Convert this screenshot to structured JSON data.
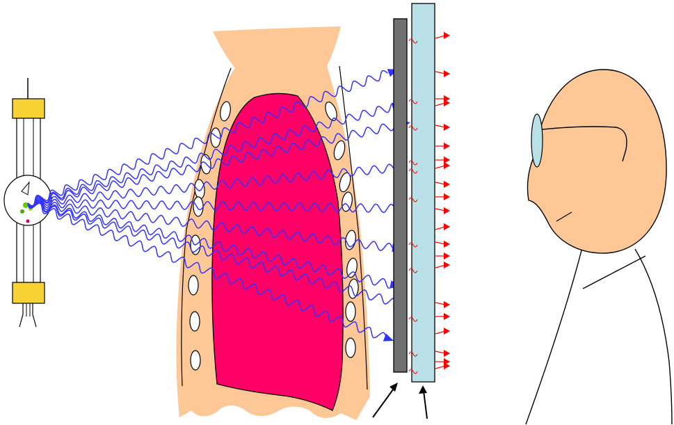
{
  "scene": {
    "components": [
      {
        "id": "xray-tube",
        "icon": "xray-tube-icon"
      },
      {
        "id": "torso",
        "icon": "chest-cross-section-icon"
      },
      {
        "id": "grid-plate",
        "icon": "anti-scatter-grid-icon"
      },
      {
        "id": "detector-plate",
        "icon": "scintillator-panel-icon"
      },
      {
        "id": "observer",
        "icon": "person-profile-icon"
      }
    ],
    "beam_count": 9,
    "emission_count": 21
  },
  "colors": {
    "skin": "#fdc896",
    "lung": "#ff0066",
    "xray_wave": "#3333ff",
    "emission": "#ff0000",
    "grid": "#707070",
    "panel": "#b9e0e6",
    "tube_cap": "#f6d233",
    "glasses": "#b9e0e6"
  }
}
